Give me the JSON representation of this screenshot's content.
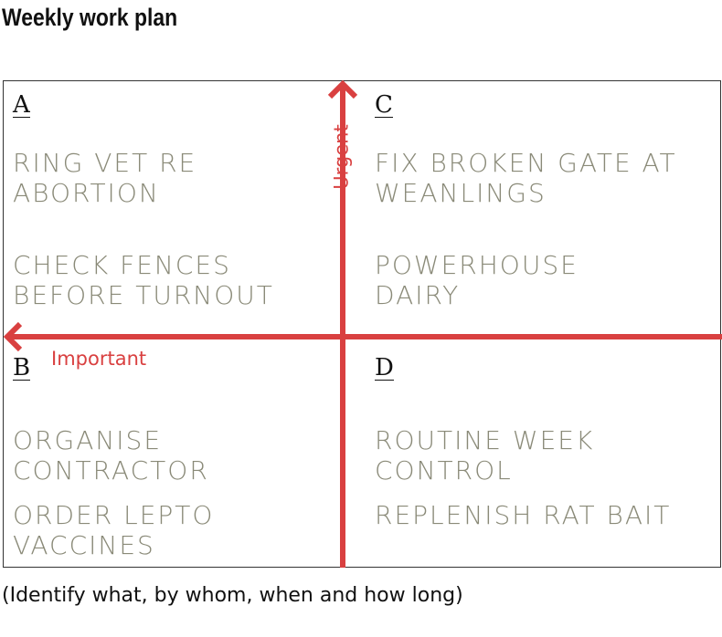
{
  "title": "Weekly work plan",
  "axes": {
    "vertical": "Urgent",
    "horizontal": "Important",
    "color": "#d94040"
  },
  "quadrants": [
    {
      "letter": "A",
      "tasks": [
        "Ring vet re\nabortion",
        "Check fences\nbefore turnout"
      ]
    },
    {
      "letter": "C",
      "tasks": [
        "Fix broken gate at\nweanlings",
        "Powerhouse\ndairy"
      ]
    },
    {
      "letter": "B",
      "tasks": [
        "Organise\ncontractor",
        "Order lepto\nvaccines"
      ]
    },
    {
      "letter": "D",
      "tasks": [
        "Routine week\ncontrol",
        "Replenish rat bait"
      ]
    }
  ],
  "footnote": "(Identify what, by whom, when and how long)"
}
